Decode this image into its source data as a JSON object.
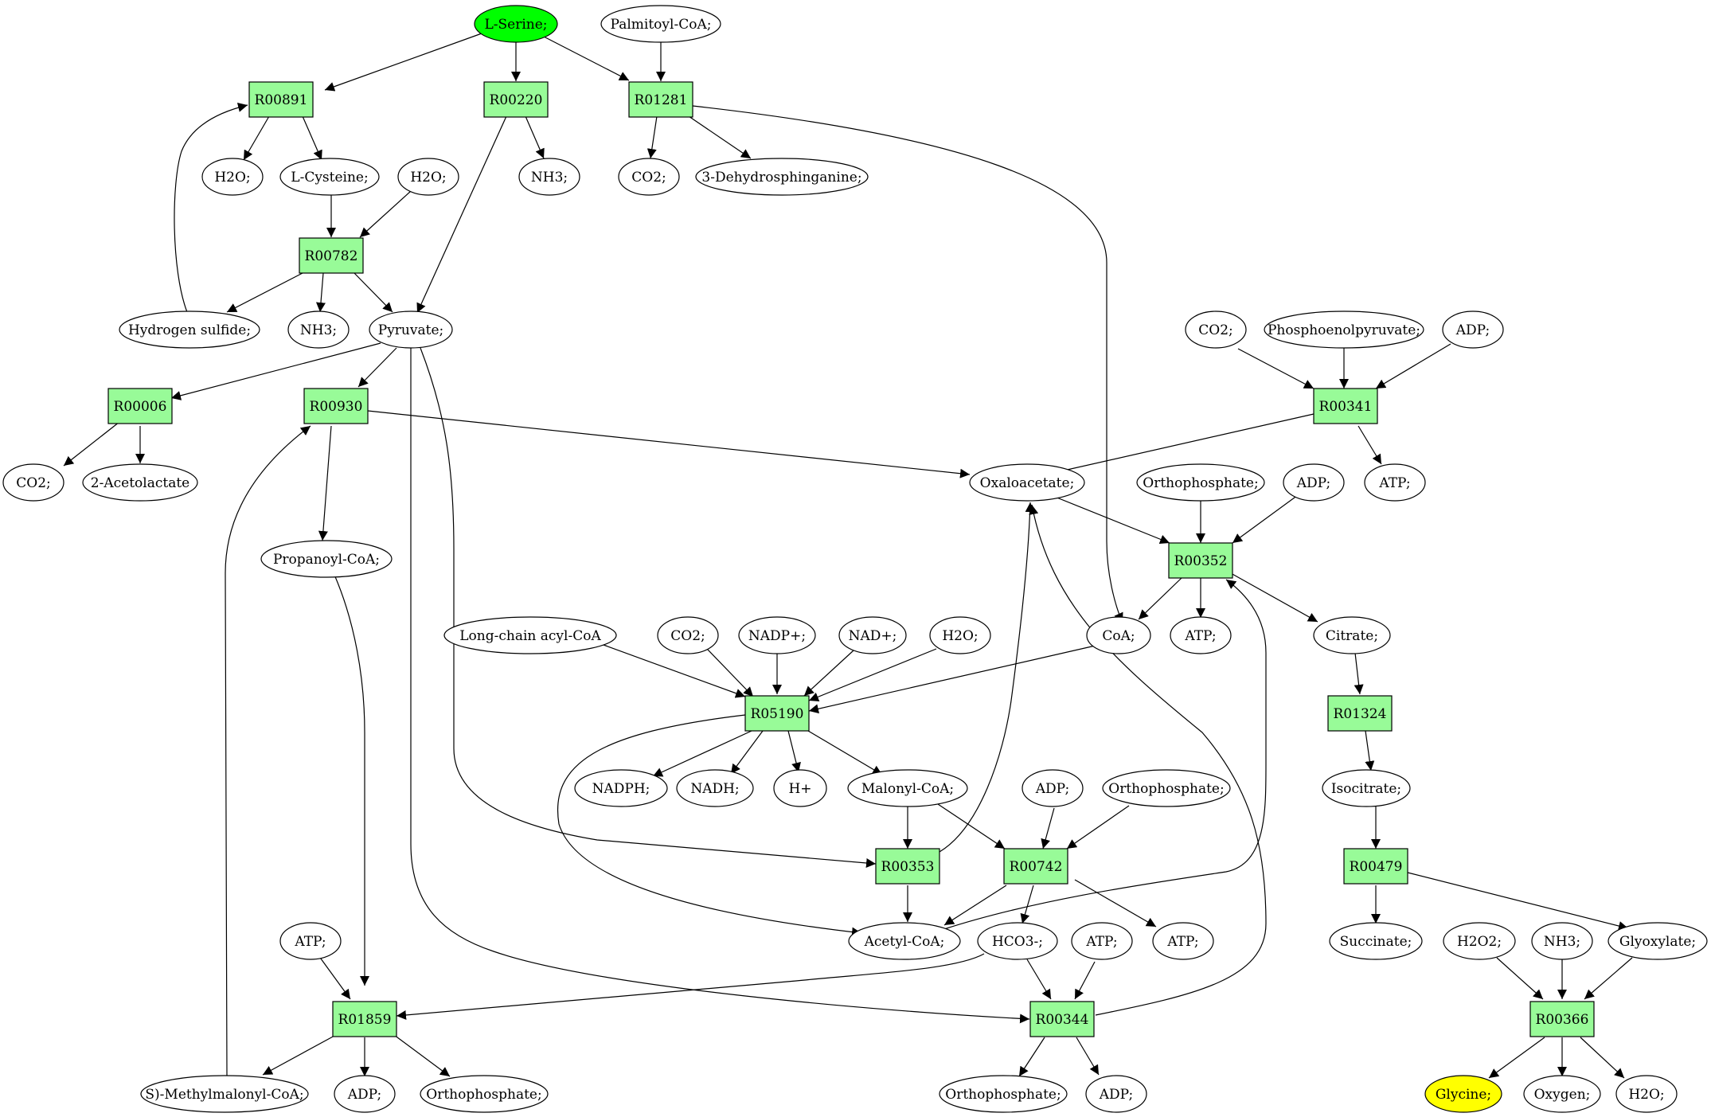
{
  "diagram": {
    "colors": {
      "start_metabolite": "#00ff00",
      "end_metabolite": "#ffff00",
      "reaction": "#98fb98",
      "metabolite": "#ffffff",
      "edge": "#000000"
    },
    "metabolites": {
      "L-Serine": "L-Serine;",
      "Palmitoyl-CoA": "Palmitoyl-CoA;",
      "H2O-a": "H2O;",
      "L-Cysteine": "L-Cysteine;",
      "H2O-b": "H2O;",
      "NH3-a": "NH3;",
      "CO2-a": "CO2;",
      "3-Dehydrosphinganine": "3-Dehydrosphinganine;",
      "Hydrogen-sulfide": "Hydrogen sulfide;",
      "NH3-b": "NH3;",
      "Pyruvate": "Pyruvate;",
      "CO2-b": "CO2;",
      "Phosphoenolpyruvate": "Phosphoenolpyruvate;",
      "ADP-a": "ADP;",
      "CO2-c": "CO2;",
      "2-Acetolactate": "2-Acetolactate",
      "Oxaloacetate": "Oxaloacetate;",
      "Orthophosphate-a": "Orthophosphate;",
      "ADP-b": "ADP;",
      "ATP-a": "ATP;",
      "Propanoyl-CoA": "Propanoyl-CoA;",
      "Long-chain-acyl-CoA": "Long-chain acyl-CoA",
      "CO2-d": "CO2;",
      "NADP+": "NADP+;",
      "NAD+": "NAD+;",
      "H2O-c": "H2O;",
      "CoA": "CoA;",
      "ATP-b": "ATP;",
      "Citrate": "Citrate;",
      "NADPH": "NADPH;",
      "NADH": "NADH;",
      "H+": "H+",
      "Malonyl-CoA": "Malonyl-CoA;",
      "ADP-c": "ADP;",
      "Orthophosphate-b": "Orthophosphate;",
      "Isocitrate": "Isocitrate;",
      "ATP-c": "ATP;",
      "Acetyl-CoA": "Acetyl-CoA;",
      "HCO3-": "HCO3-;",
      "ATP-d": "ATP;",
      "ATP-e": "ATP;",
      "Succinate": "Succinate;",
      "H2O2": "H2O2;",
      "NH3-c": "NH3;",
      "Glyoxylate": "Glyoxylate;",
      "S-Methylmalonyl-CoA": "S)-Methylmalonyl-CoA;",
      "ADP-d": "ADP;",
      "Orthophosphate-c": "Orthophosphate;",
      "Orthophosphate-d": "Orthophosphate;",
      "ADP-e": "ADP;",
      "Glycine": "Glycine;",
      "Oxygen": "Oxygen;",
      "H2O-d": "H2O;"
    },
    "reactions": {
      "R00891": "R00891",
      "R00220": "R00220",
      "R01281": "R01281",
      "R00782": "R00782",
      "R00006": "R00006",
      "R00930": "R00930",
      "R00341": "R00341",
      "R00352": "R00352",
      "R05190": "R05190",
      "R01324": "R01324",
      "R00353": "R00353",
      "R00742": "R00742",
      "R00479": "R00479",
      "R01859": "R01859",
      "R00344": "R00344",
      "R00366": "R00366"
    }
  }
}
